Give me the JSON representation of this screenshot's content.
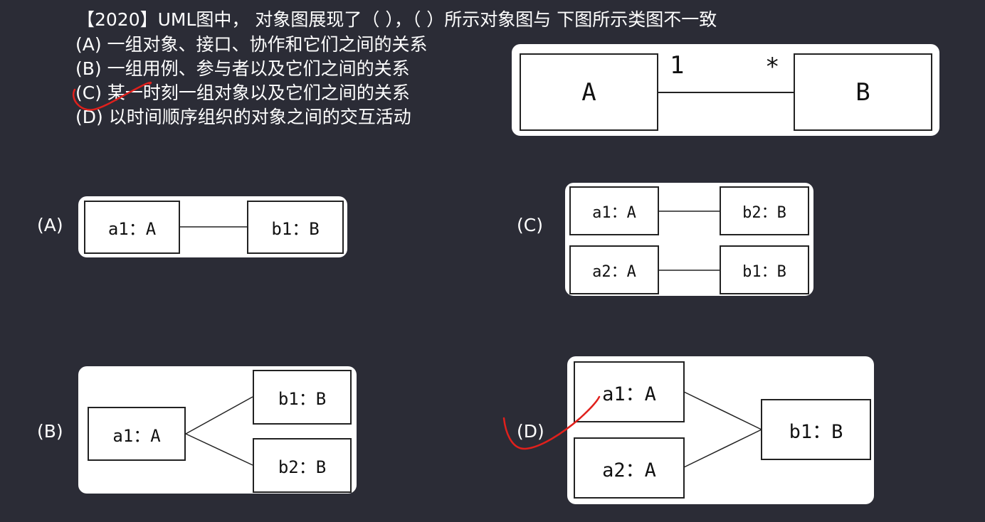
{
  "question": {
    "title": "【2020】UML图中， 对象图展现了（  ），（  ）所示对象图与 下图所示类图不一致",
    "options": [
      "(A) 一组对象、接口、协作和它们之间的关系",
      "(B) 一组用例、参与者以及它们之间的关系",
      "(C) 某一时刻一组对象以及它们之间的关系",
      "(D) 以时间顺序组织的对象之间的交互活动"
    ]
  },
  "class_diagram": {
    "class_a": "A",
    "class_b": "B",
    "multiplicity_a": "1",
    "multiplicity_b": "*"
  },
  "choices": {
    "a": {
      "label": "(A)",
      "left": "a1：A",
      "right": "b1：B"
    },
    "b": {
      "label": "(B)",
      "left": "a1：A",
      "right_top": "b1：B",
      "right_bottom": "b2：B"
    },
    "c": {
      "label": "(C)",
      "tl": "a1：A",
      "tr": "b2：B",
      "bl": "a2：A",
      "br": "b1：B"
    },
    "d": {
      "label": "(D)",
      "left_top": "a1：A",
      "left_bottom": "a2：A",
      "right": "b1：B"
    }
  },
  "annotation_color": "#e0201c"
}
